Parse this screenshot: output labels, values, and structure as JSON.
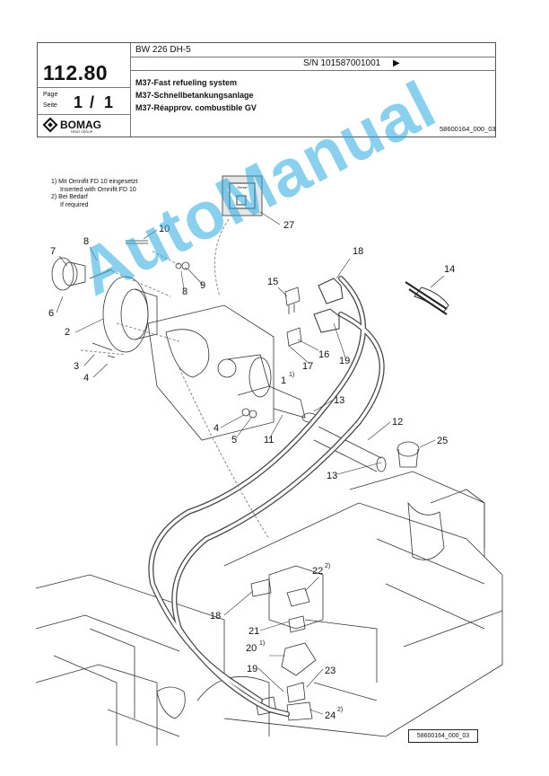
{
  "header": {
    "section_number": "112.80",
    "model": "BW 226 DH-5",
    "serial": "S/N 101587001001",
    "serial_arrow": "▶",
    "page_label_en": "Page",
    "page_label_de": "Seite",
    "page_current": "1",
    "page_sep": "/",
    "page_total": "1",
    "brand": "BOMAG",
    "brand_sub": "FAYAT GROUP",
    "titles": [
      "M37-Fast refueling system",
      "M37-Schnellbetankungsanlage",
      "M37-Réapprov. combustible GV"
    ],
    "doc_number": "58600164_000_03"
  },
  "notes": [
    "1) Mit Omnifit FD 10 eingesetzt",
    "Inserted with Omnifit FD 10",
    "2) Bei Bedarf",
    "If required"
  ],
  "callouts": [
    "27",
    "10",
    "7",
    "8",
    "8",
    "9",
    "6",
    "2",
    "3",
    "4",
    "18",
    "14",
    "15",
    "16",
    "17",
    "19",
    "1",
    "13",
    "12",
    "25",
    "4",
    "5",
    "11",
    "13",
    "22",
    "18",
    "21",
    "20",
    "19",
    "23",
    "24"
  ],
  "sup_1": "1)",
  "sup_2": "2)",
  "label_27": "Diesel",
  "watermark": "AutoManual",
  "stamp": "58600164_000_03"
}
